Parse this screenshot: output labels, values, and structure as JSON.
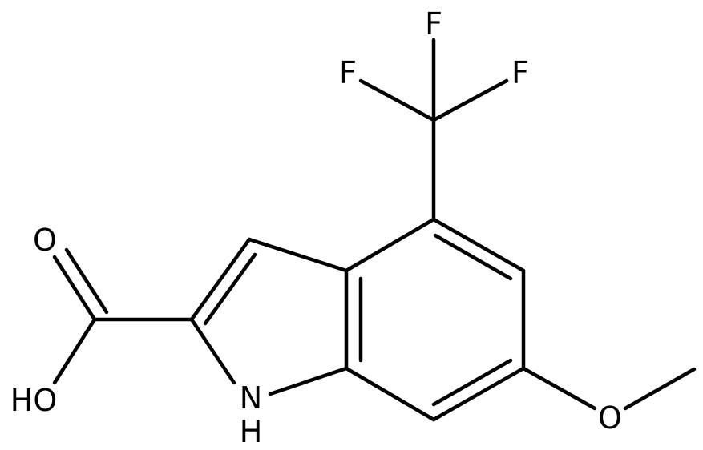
{
  "molecule": {
    "atoms": {
      "F_top": "F",
      "F_left": "F",
      "F_right": "F",
      "O_carbonyl": "O",
      "OH": "HO",
      "NH_N": "N",
      "NH_H": "H",
      "O_methoxy": "O"
    }
  }
}
